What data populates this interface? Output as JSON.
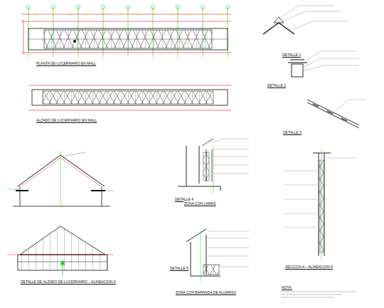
{
  "diagram": {
    "labels": [
      "PLANTA DE LUCERNARIO EN MALL",
      "ALZADO DE LUCERNARIO EN MALL",
      "DETALLE 1",
      "DETALLE 2",
      "DETALLE 3",
      "DETALLE 4",
      "ZONA CON LAMAS",
      "DETALLE DE ALZADO DE LUCERNARIO – ALINEACION K",
      "DETALLE 5",
      "ZONA CON BARANDA DE ALUMINIO",
      "SECCION A – ALINEACION K",
      "NOTA:"
    ]
  }
}
